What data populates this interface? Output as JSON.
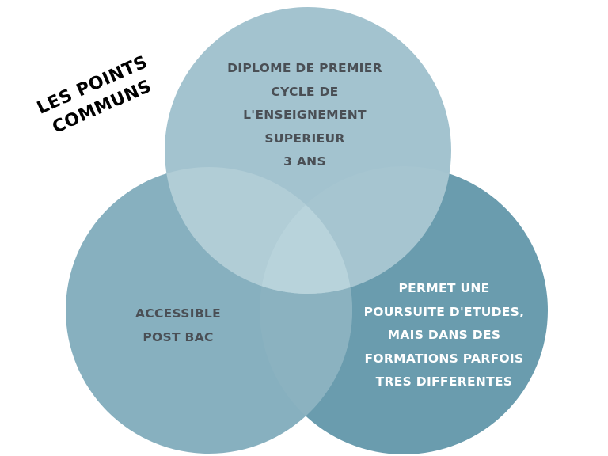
{
  "title_lines": [
    "LES POINTS",
    "COMMUNS"
  ],
  "circles": {
    "top": {
      "lines": [
        "DIPLOME DE PREMIER",
        "CYCLE DE",
        "L'ENSEIGNEMENT",
        "SUPERIEUR",
        "3 ANS"
      ],
      "color": "#a3c3cf"
    },
    "left": {
      "lines": [
        "ACCESSIBLE",
        "POST BAC"
      ],
      "color": "#87b0bf"
    },
    "right": {
      "lines": [
        "PERMET UNE",
        "POURSUITE D'ETUDES,",
        "MAIS DANS DES",
        "FORMATIONS PARFOIS",
        "TRES DIFFERENTES"
      ],
      "color": "#6a9cae"
    }
  }
}
